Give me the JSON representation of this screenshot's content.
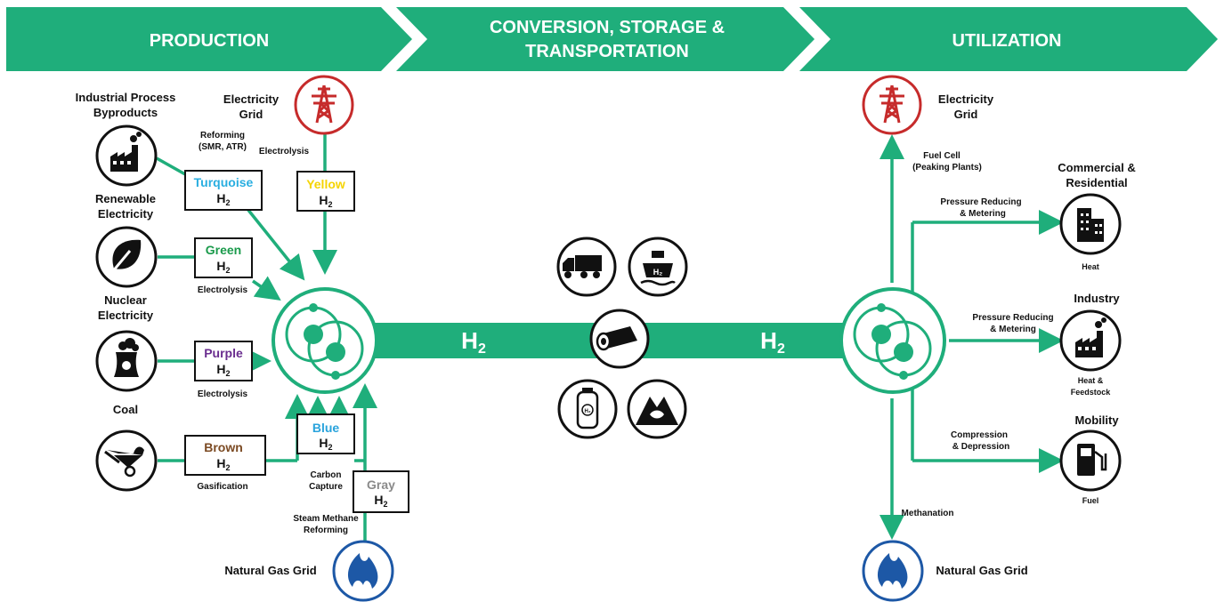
{
  "colors": {
    "green": "#1fae7b",
    "red": "#c62b2b",
    "blue": "#1d58a6",
    "turquoise": "#29aee0",
    "yellow": "#f5d400",
    "purple": "#6a2d8f",
    "brown": "#7b4a23",
    "gray": "#8a8a8a",
    "blue_h2": "#29a3dc",
    "green_h2": "#1a9a4b"
  },
  "banners": {
    "production": "PRODUCTION",
    "conversion_line1": "CONVERSION, STORAGE &",
    "conversion_line2": "TRANSPORTATION",
    "utilization": "UTILIZATION"
  },
  "h2": {
    "symbol": "H",
    "subscript": "2"
  },
  "production": {
    "industrial_l1": "Industrial Process",
    "industrial_l2": "Byproducts",
    "reforming_l1": "Reforming",
    "reforming_l2": "(SMR, ATR)",
    "renewable_l1": "Renewable",
    "renewable_l2": "Electricity",
    "nuclear_l1": "Nuclear",
    "nuclear_l2": "Electricity",
    "coal": "Coal",
    "grid_l1": "Electricity",
    "grid_l2": "Grid",
    "electrolysis_grid": "Electrolysis",
    "electrolysis_green": "Electrolysis",
    "electrolysis_purple": "Electrolysis",
    "gasification": "Gasification",
    "carbon_capture_l1": "Carbon",
    "carbon_capture_l2": "Capture",
    "smr_l1": "Steam Methane",
    "smr_l2": "Reforming",
    "natural_gas_grid": "Natural Gas Grid"
  },
  "colors_h2": {
    "turquoise": "Turquoise",
    "yellow": "Yellow",
    "green": "Green",
    "purple": "Purple",
    "brown": "Brown",
    "blue": "Blue",
    "gray": "Gray"
  },
  "utilization": {
    "grid_l1": "Electricity",
    "grid_l2": "Grid",
    "fuel_cell_l1": "Fuel Cell",
    "fuel_cell_l2": "(Peaking Plants)",
    "commercial_l1": "Commercial &",
    "commercial_l2": "Residential",
    "prm1_l1": "Pressure Reducing",
    "prm1_l2": "& Metering",
    "heat": "Heat",
    "industry": "Industry",
    "prm2_l1": "Pressure Reducing",
    "prm2_l2": "& Metering",
    "heat_feed_l1": "Heat &",
    "heat_feed_l2": "Feedstock",
    "mobility": "Mobility",
    "compression_l1": "Compression",
    "compression_l2": "& Depression",
    "fuel": "Fuel",
    "methanation": "Methanation",
    "natural_gas_grid": "Natural Gas Grid"
  }
}
